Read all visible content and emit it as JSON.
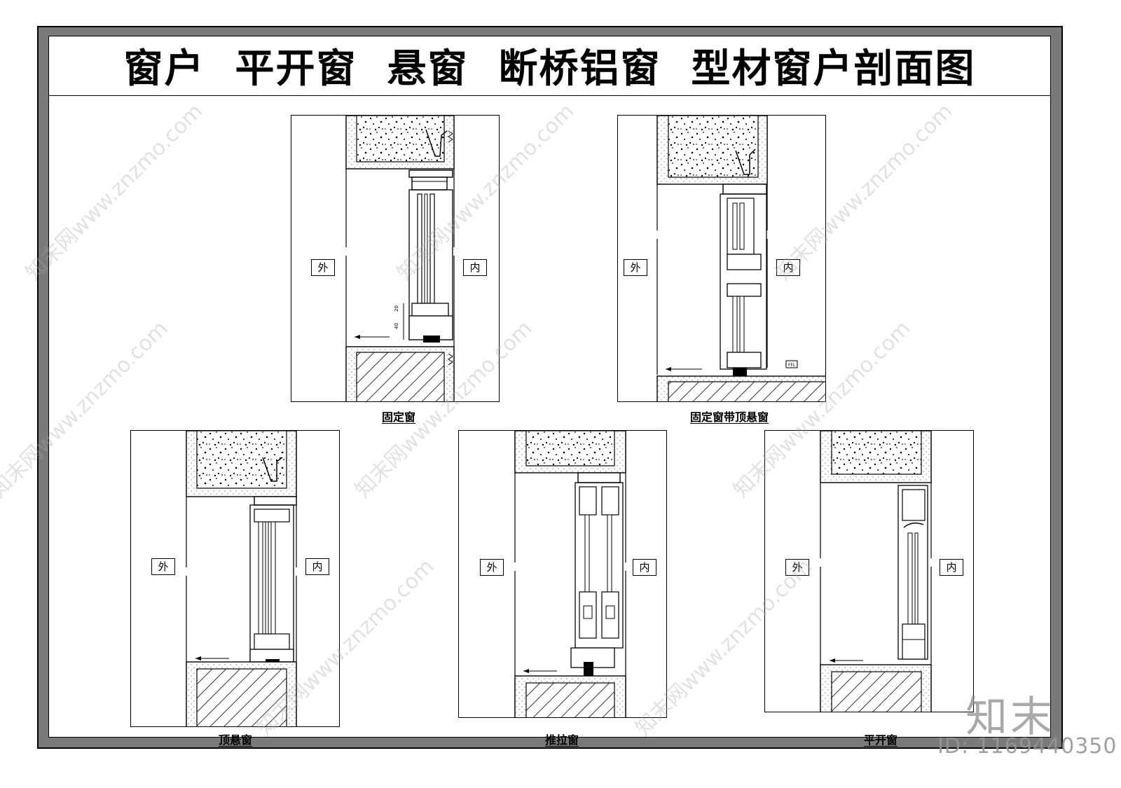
{
  "title": "窗户  平开窗  悬窗  断桥铝窗  型材窗户剖面图",
  "labels": {
    "outside": "外",
    "inside": "内"
  },
  "panels": [
    {
      "caption": "固定窗"
    },
    {
      "caption": "固定窗带顶悬窗"
    },
    {
      "caption": "顶悬窗"
    },
    {
      "caption": "推拉窗"
    },
    {
      "caption": "平开窗"
    }
  ],
  "floor_mark": "FFL",
  "watermark_text": "知末网www.znzmo.com",
  "brand": "知末",
  "id_text": "ID: 1169440350"
}
